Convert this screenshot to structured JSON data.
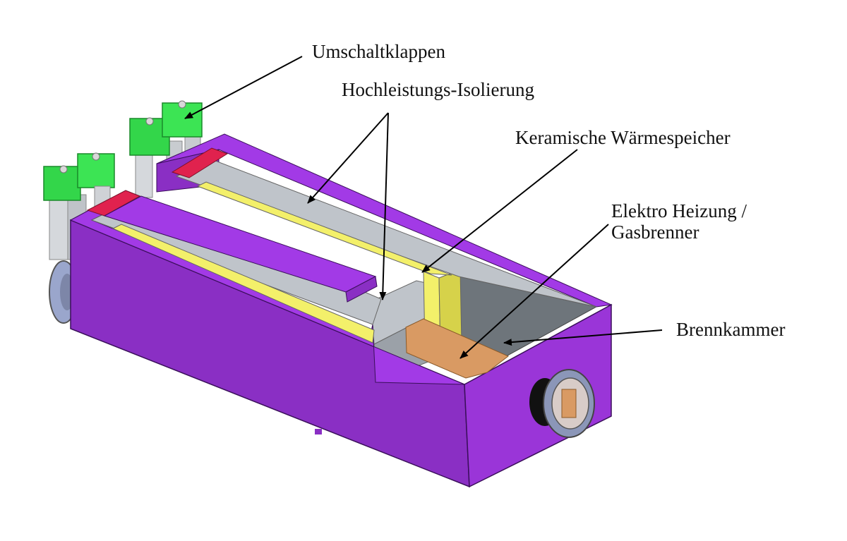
{
  "labels": {
    "umschaltklappen": "Umschaltklappen",
    "isolierung": "Hochleistungs-Isolierung",
    "waermespeicher": "Keramische Wärmespeicher",
    "heizung_line1": "Elektro Heizung /",
    "heizung_line2": "Gasbrenner",
    "brennkammer": "Brennkammer"
  },
  "colors": {
    "housing": "#8a2fc4",
    "housing_top": "#a23ae6",
    "insulation": "#bfc4ca",
    "storage": "#f3f06a",
    "seal": "#e0224e",
    "valves": "#33d64a",
    "combustion_chamber": "#6e757b",
    "burner": "#d99a63"
  }
}
